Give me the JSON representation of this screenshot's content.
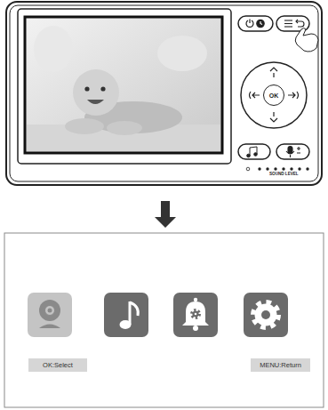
{
  "diagram": {
    "nodes": [
      {
        "text": [
          "OK"
        ]
      },
      {
        "text": [
          "OK:Select"
        ]
      },
      {
        "text": [
          "MENU:Return"
        ]
      }
    ],
    "labels": [
      "SOUND LEVEL"
    ]
  }
}
